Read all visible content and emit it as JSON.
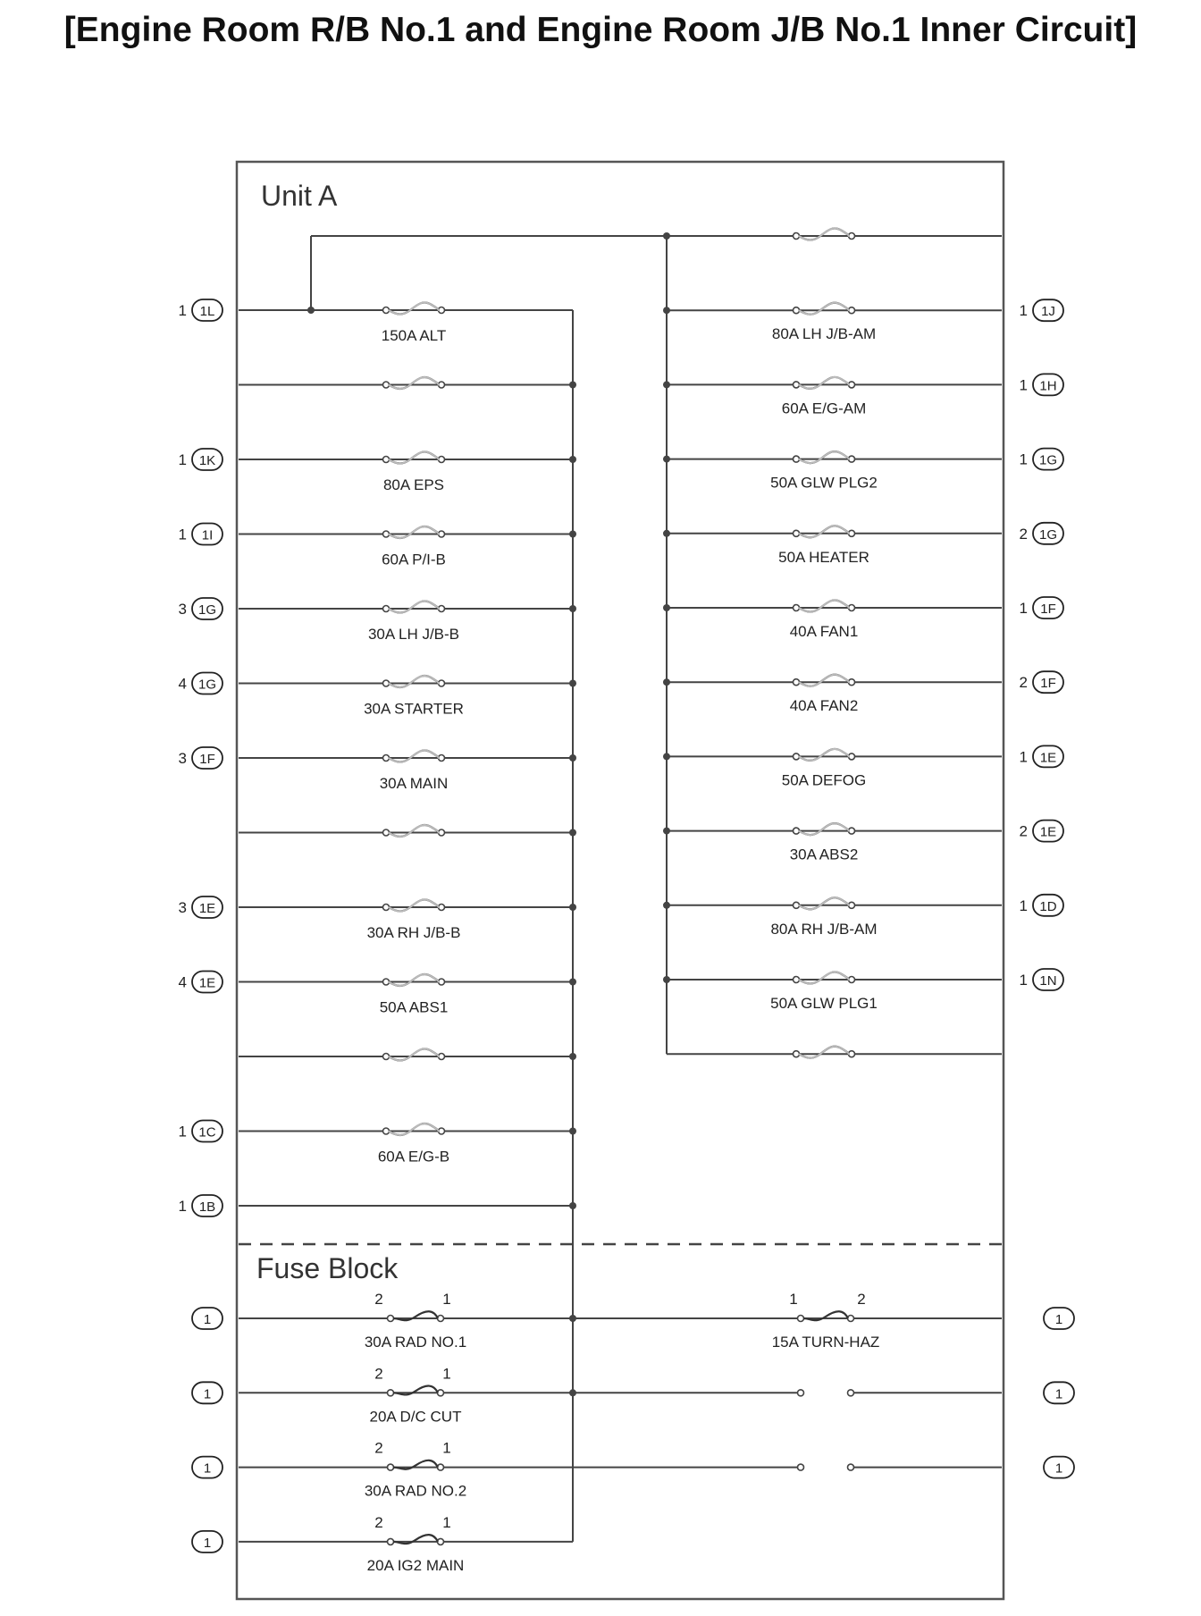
{
  "title": "[Engine Room R/B No.1 and Engine Room J/B No.1 Inner Circuit]",
  "sections": {
    "unit_a": "Unit A",
    "fuse_block": "Fuse Block"
  },
  "left_fuses": [
    {
      "label": "150A ALT",
      "pin": "1",
      "conn": "1L"
    },
    {
      "label": "",
      "pin": "",
      "conn": ""
    },
    {
      "label": "80A EPS",
      "pin": "1",
      "conn": "1K"
    },
    {
      "label": "60A P/I-B",
      "pin": "1",
      "conn": "1I"
    },
    {
      "label": "30A LH J/B-B",
      "pin": "3",
      "conn": "1G"
    },
    {
      "label": "30A STARTER",
      "pin": "4",
      "conn": "1G"
    },
    {
      "label": "30A MAIN",
      "pin": "3",
      "conn": "1F"
    },
    {
      "label": "",
      "pin": "",
      "conn": ""
    },
    {
      "label": "30A RH J/B-B",
      "pin": "3",
      "conn": "1E"
    },
    {
      "label": "50A ABS1",
      "pin": "4",
      "conn": "1E"
    },
    {
      "label": "",
      "pin": "",
      "conn": ""
    },
    {
      "label": "60A E/G-B",
      "pin": "1",
      "conn": "1C"
    },
    {
      "label": "",
      "pin": "1",
      "conn": "1B"
    }
  ],
  "right_fuses": [
    {
      "label": "",
      "pin": "",
      "conn": ""
    },
    {
      "label": "80A LH J/B-AM",
      "pin": "1",
      "conn": "1J"
    },
    {
      "label": "60A E/G-AM",
      "pin": "1",
      "conn": "1H"
    },
    {
      "label": "50A GLW PLG2",
      "pin": "1",
      "conn": "1G"
    },
    {
      "label": "50A HEATER",
      "pin": "2",
      "conn": "1G"
    },
    {
      "label": "40A FAN1",
      "pin": "1",
      "conn": "1F"
    },
    {
      "label": "40A FAN2",
      "pin": "2",
      "conn": "1F"
    },
    {
      "label": "50A DEFOG",
      "pin": "1",
      "conn": "1E"
    },
    {
      "label": "30A ABS2",
      "pin": "2",
      "conn": "1E"
    },
    {
      "label": "80A RH J/B-AM",
      "pin": "1",
      "conn": "1D"
    },
    {
      "label": "50A GLW PLG1",
      "pin": "1",
      "conn": "1N"
    },
    {
      "label": "",
      "pin": "",
      "conn": ""
    }
  ],
  "fuse_block": {
    "left": [
      {
        "label": "30A RAD NO.1",
        "pin_a": "2",
        "pin_b": "1",
        "conn": "1"
      },
      {
        "label": "20A D/C CUT",
        "pin_a": "2",
        "pin_b": "1",
        "conn": "1"
      },
      {
        "label": "30A RAD NO.2",
        "pin_a": "2",
        "pin_b": "1",
        "conn": "1"
      },
      {
        "label": "20A IG2 MAIN",
        "pin_a": "2",
        "pin_b": "1",
        "conn": "1"
      }
    ],
    "right": [
      {
        "label": "15A TURN-HAZ",
        "pin_a": "1",
        "pin_b": "2",
        "conn": "1"
      },
      {
        "label": "",
        "pin_a": "",
        "pin_b": "",
        "conn": "1"
      },
      {
        "label": "",
        "pin_a": "",
        "pin_b": "",
        "conn": "1"
      }
    ]
  }
}
